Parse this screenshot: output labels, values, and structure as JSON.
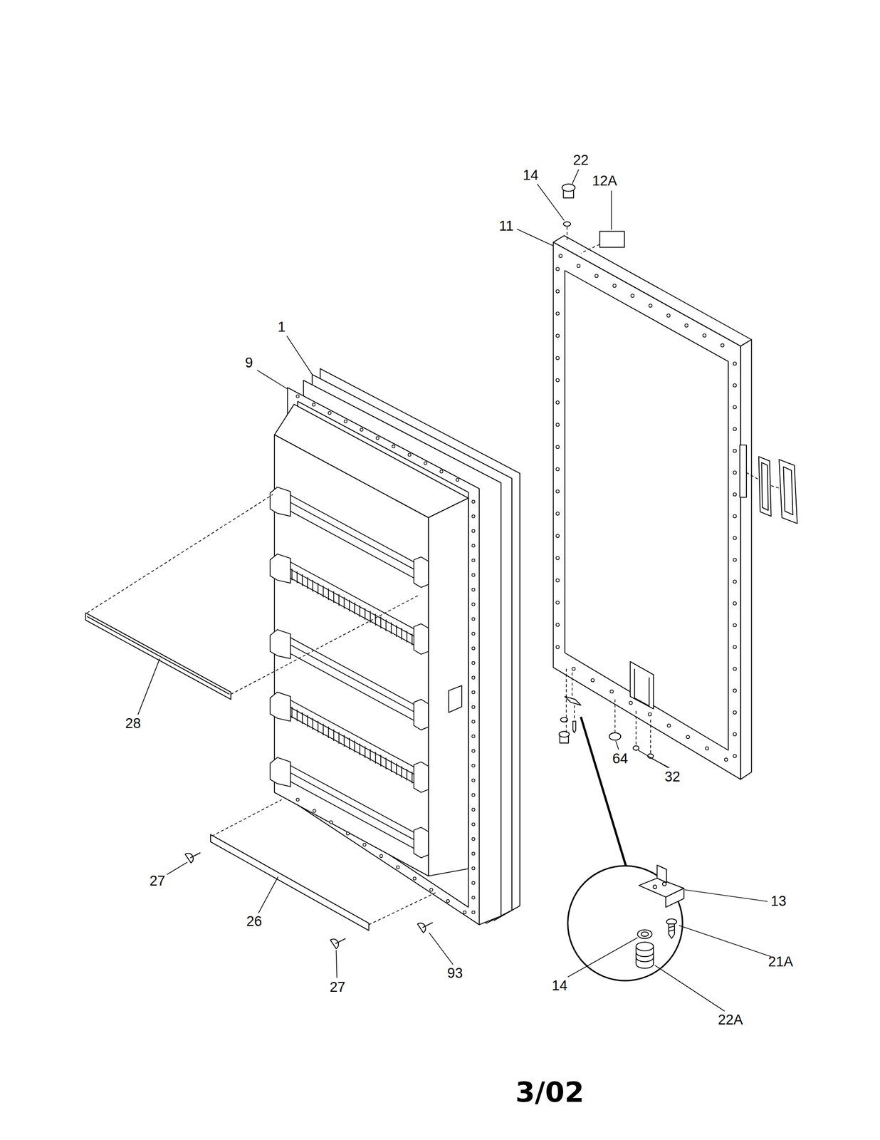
{
  "diagram": {
    "labels": [
      "22",
      "14",
      "12A",
      "11",
      "1",
      "9",
      "28",
      "64",
      "32",
      "13",
      "27",
      "26",
      "27",
      "93",
      "14",
      "21A",
      "22A",
      "3/02"
    ]
  }
}
